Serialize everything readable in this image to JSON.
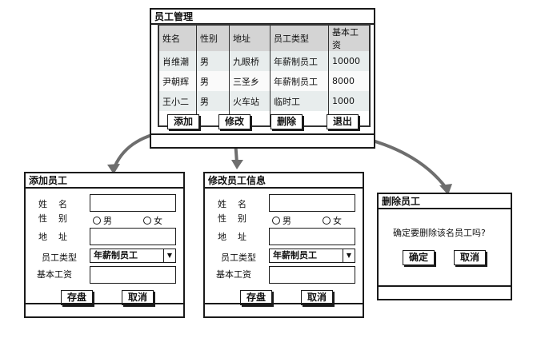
{
  "main_window": {
    "title": "员工管理",
    "table": {
      "columns": [
        "姓名",
        "性别",
        "地址",
        "员工类型",
        "基本工资"
      ],
      "rows": [
        [
          "肖维潮",
          "男",
          "九眼桥",
          "年薪制员工",
          "10000"
        ],
        [
          "尹朝辉",
          "男",
          "三圣乡",
          "年薪制员工",
          "8000"
        ],
        [
          "王小二",
          "男",
          "火车站",
          "临时工",
          "1000"
        ]
      ]
    },
    "buttons": {
      "add": "添加",
      "edit": "修改",
      "delete": "删除",
      "exit": "退出"
    }
  },
  "add_dialog": {
    "title": "添加员工",
    "labels": {
      "name": "姓    名",
      "gender": "性    别",
      "address": "地    址",
      "type": "员工类型",
      "salary": "基本工资"
    },
    "gender_options": [
      "男",
      "女"
    ],
    "name_value": "",
    "address_value": "",
    "salary_value": "",
    "type_selected": "年薪制员工",
    "buttons": {
      "save": "存盘",
      "cancel": "取消"
    }
  },
  "edit_dialog": {
    "title": "修改员工信息",
    "labels": {
      "name": "姓    名",
      "gender": "性    别",
      "address": "地    址",
      "type": "员工类型",
      "salary": "基本工资"
    },
    "gender_options": [
      "男",
      "女"
    ],
    "name_value": "",
    "address_value": "",
    "salary_value": "",
    "type_selected": "年薪制员工",
    "buttons": {
      "save": "存盘",
      "cancel": "取消"
    }
  },
  "delete_dialog": {
    "title": "删除员工",
    "message": "确定要删除该名员工吗?",
    "buttons": {
      "confirm": "确定",
      "cancel": "取消"
    }
  },
  "icons": {
    "dropdown": "▼"
  },
  "colors": {
    "arrow": "#6e6e6e",
    "table_header": "#d4d4d4",
    "table_row_alt": "#e8eded"
  }
}
